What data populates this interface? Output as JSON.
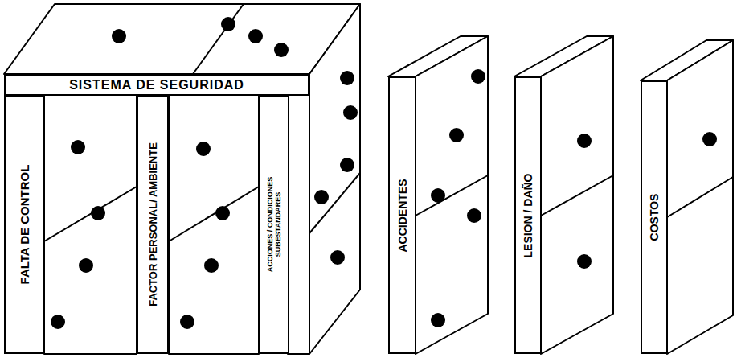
{
  "diagram": {
    "nodes": [
      {
        "text": [
          "SISTEMA DE SEGURIDAD"
        ]
      },
      {
        "text": [
          "FALTA DE CONTROL"
        ]
      },
      {
        "text": [
          "FACTOR PERSONAL/ AMBIENTE"
        ]
      },
      {
        "text": [
          "ACCIONES / CONDICIONES SUBESTANDARES"
        ]
      },
      {
        "text": [
          "ACCIDENTES"
        ]
      },
      {
        "text": [
          "LESION / DAÑO"
        ]
      },
      {
        "text": [
          "COSTOS"
        ]
      }
    ]
  }
}
